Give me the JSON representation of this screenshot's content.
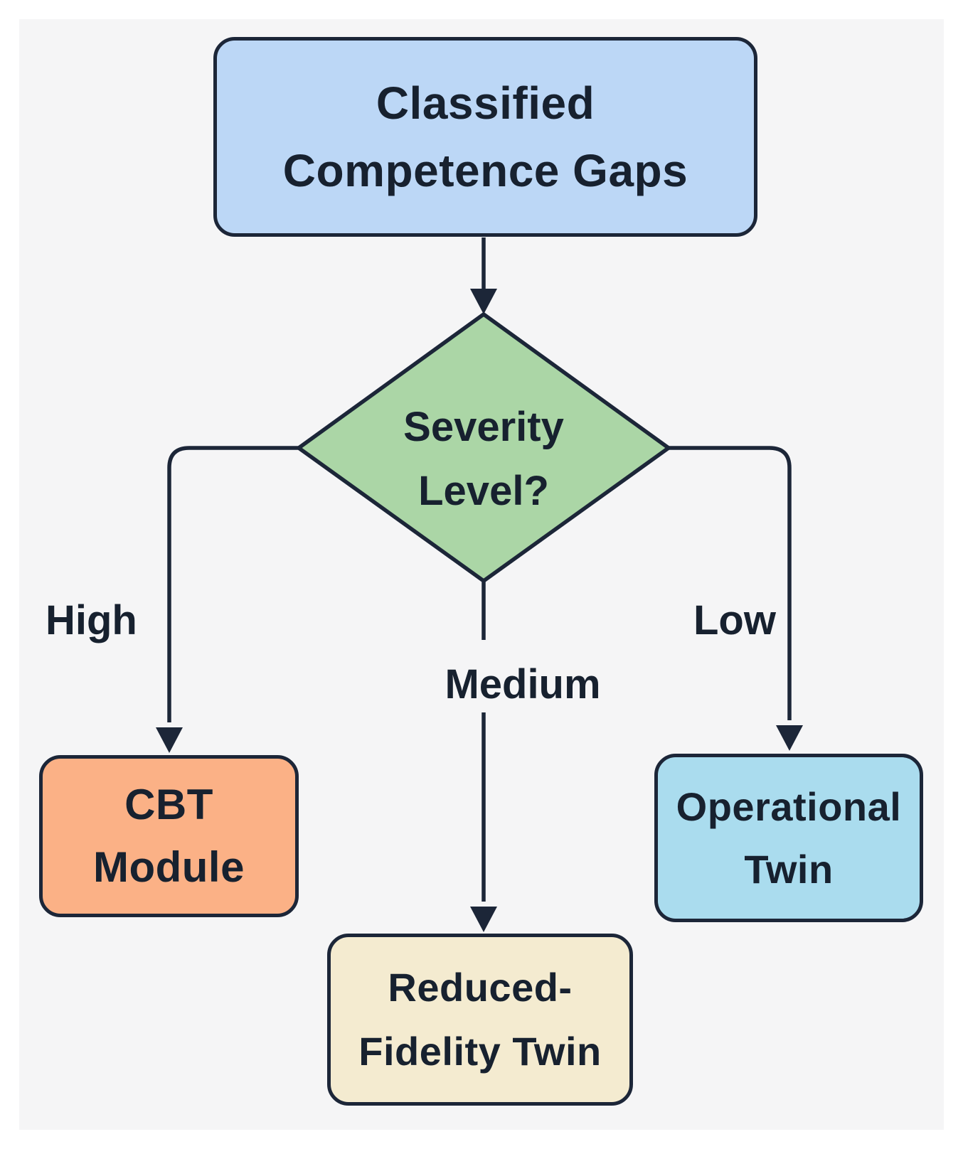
{
  "diagram": {
    "nodes": {
      "start": {
        "line1": "Classified",
        "line2": "Competence Gaps"
      },
      "decision": {
        "line1": "Severity",
        "line2": "Level?"
      },
      "cbt": {
        "line1": "CBT",
        "line2": "Module"
      },
      "reduced": {
        "line1": "Reduced-",
        "line2": "Fidelity Twin"
      },
      "operational": {
        "line1": "Operational",
        "line2": "Twin"
      }
    },
    "edges": {
      "high_label": "High",
      "medium_label": "Medium",
      "low_label": "Low"
    },
    "colors": {
      "page_background": "#ffffff",
      "panel_background": "#f5f5f6",
      "start_fill": "#bcd7f6",
      "decision_fill": "#abd6a6",
      "cbt_fill": "#fbb186",
      "reduced_fill": "#f4ebd0",
      "operational_fill": "#aadcee",
      "stroke": "#1c2638",
      "text": "#17212f"
    }
  }
}
